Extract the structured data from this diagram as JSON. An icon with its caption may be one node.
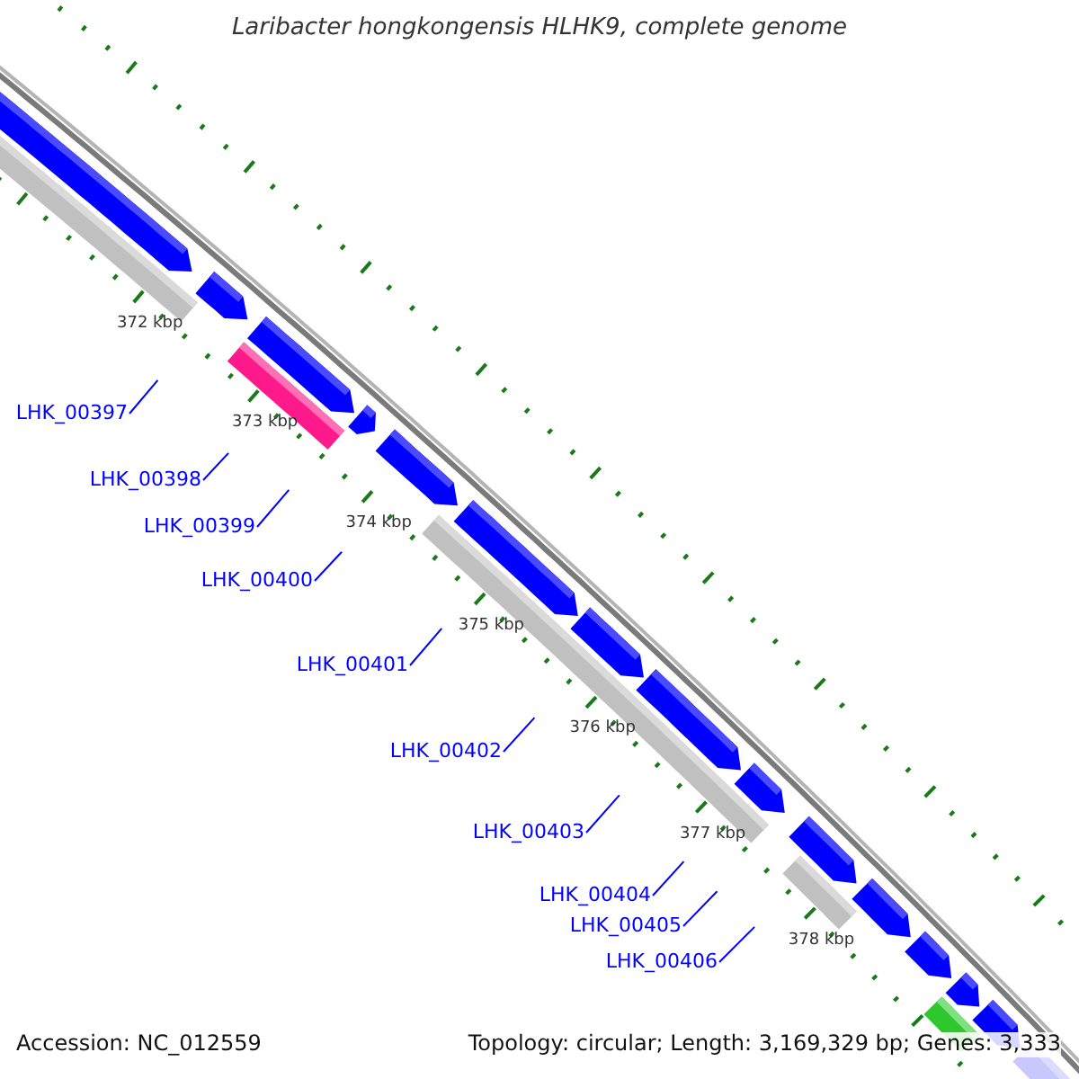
{
  "diagram": {
    "title": "Laribacter hongkongensis HLHK9, complete genome",
    "nodes": [
      {
        "text": [
          "LHK_00397"
        ]
      },
      {
        "text": [
          "LHK_00398"
        ]
      },
      {
        "text": [
          "LHK_00399"
        ]
      },
      {
        "text": [
          "LHK_00400"
        ]
      },
      {
        "text": [
          "LHK_00401"
        ]
      },
      {
        "text": [
          "LHK_00402"
        ]
      },
      {
        "text": [
          "LHK_00403"
        ]
      },
      {
        "text": [
          "LHK_00404"
        ]
      },
      {
        "text": [
          "LHK_00405"
        ]
      },
      {
        "text": [
          "LHK_00406"
        ]
      }
    ],
    "edges": [
      {
        "from": 0,
        "to": null,
        "arrow": "none"
      },
      {
        "from": 1,
        "to": null,
        "arrow": "none"
      },
      {
        "from": 2,
        "to": null,
        "arrow": "none"
      },
      {
        "from": 3,
        "to": null,
        "arrow": "none"
      },
      {
        "from": 4,
        "to": null,
        "arrow": "none"
      },
      {
        "from": 5,
        "to": null,
        "arrow": "none"
      },
      {
        "from": 6,
        "to": null,
        "arrow": "none"
      },
      {
        "from": 7,
        "to": null,
        "arrow": "none"
      },
      {
        "from": 8,
        "to": null,
        "arrow": "none"
      },
      {
        "from": 9,
        "to": null,
        "arrow": "none"
      }
    ],
    "labels": [
      "372 kbp",
      "373 kbp",
      "374 kbp",
      "375 kbp",
      "376 kbp",
      "377 kbp",
      "378 kbp",
      "Accession: NC_012559",
      "Topology: circular; Length: 3,169,329 bp; Genes: 3,333"
    ]
  }
}
